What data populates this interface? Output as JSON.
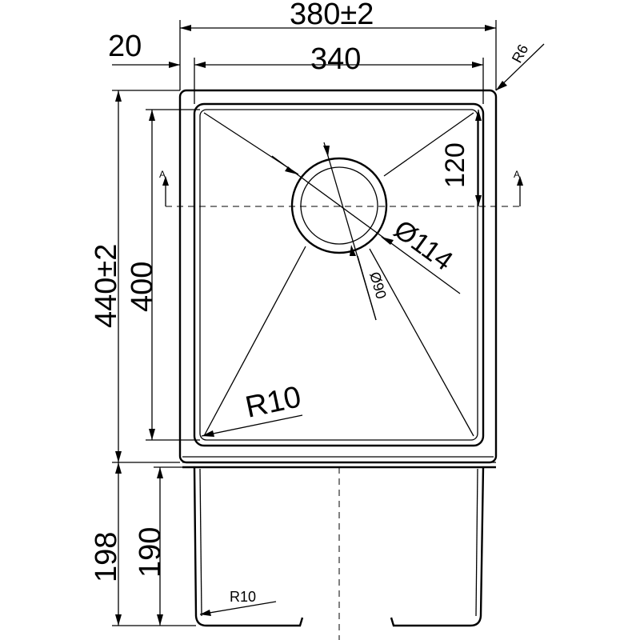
{
  "drawing": {
    "top_view": {
      "overall_width": "380±2",
      "inner_width": "340",
      "rim_offset": "20",
      "corner_radius_outer": "R6",
      "overall_length": "440±2",
      "inner_length": "400",
      "drain_offset": "120",
      "drain_outer_dia": "Ø114",
      "drain_inner_dia": "Ø90",
      "bowl_corner_radius": "R10",
      "section_mark_left": "A",
      "section_mark_right": "A"
    },
    "side_view": {
      "total_depth": "198",
      "bowl_depth": "190",
      "bottom_radius": "R10"
    }
  }
}
